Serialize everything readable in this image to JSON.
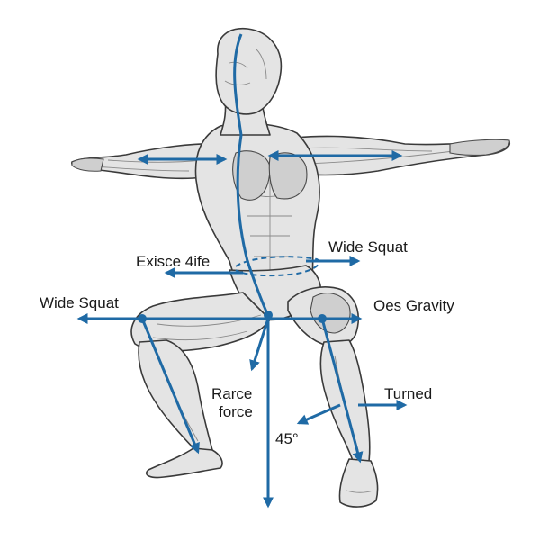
{
  "diagram": {
    "accent_color": "#1f6aa5",
    "labels": {
      "exercise_life": "Exisce 4ife",
      "wide_squat_right": "Wide Squat",
      "wide_squat_left": "Wide Squat",
      "oes_gravity": "Oes Gravity",
      "rarce_force_line1": "Rarce",
      "rarce_force_line2": "force",
      "turned": "Turned",
      "angle": "45°"
    }
  }
}
